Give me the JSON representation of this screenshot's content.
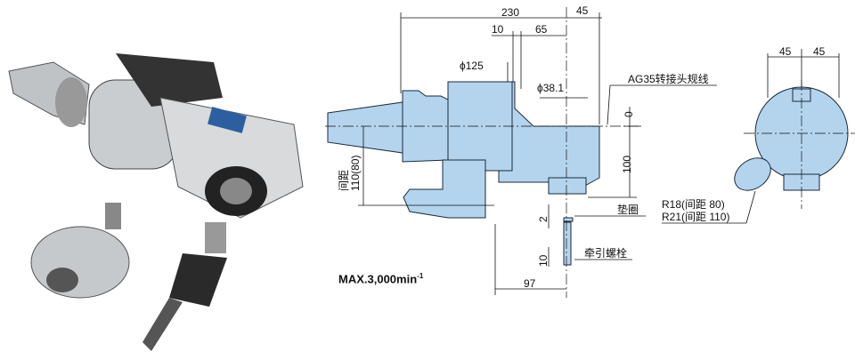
{
  "dimensions": {
    "d230": "230",
    "d45_top": "45",
    "d10": "10",
    "d65": "65",
    "phi125": "ϕ125",
    "phi38": "ϕ38.1",
    "d0": "0",
    "d100": "100",
    "d2": "2",
    "d10_bolt": "10",
    "d97": "97",
    "pitch_label": "间距",
    "pitch_value": "110(80)",
    "side45a": "45",
    "side45b": "45"
  },
  "labels": {
    "gauge_line": "AG35转接头规线",
    "washer": "垫圈",
    "pull_bolt": "牵引螺栓",
    "r18": "R18(间距 80)",
    "r21": "R21(间距 110)"
  },
  "max_speed": {
    "text": "MAX.3,000min",
    "sup": "-1"
  },
  "colors": {
    "body": "#b4d4ee",
    "outline": "#1a2a3a"
  }
}
